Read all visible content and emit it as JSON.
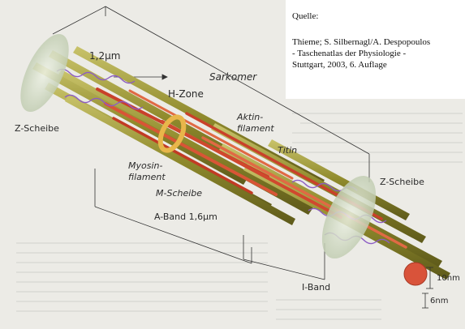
{
  "labels": {
    "sarkomer_width": "1,2µm",
    "h_zone": "H-Zone",
    "sarkomer": "Sarkomer",
    "z_scheibe_left": "Z-Scheibe",
    "aktin_line1": "Aktin-",
    "aktin_line2": "filament",
    "titin": "Titin",
    "myosin_line1": "Myosin-",
    "myosin_line2": "filament",
    "m_scheibe": "M-Scheibe",
    "z_scheibe_right": "Z-Scheibe",
    "a_band": "A-Band 1,6µm",
    "i_band": "I-Band",
    "dim_10nm": "10nm",
    "dim_6nm": "6nm"
  },
  "source": {
    "heading": "Quelle:",
    "line1": "Thieme; S. Silbernagl/A. Despopoulos",
    "line2": "- Taschenatlas der Physiologie -",
    "line3": "Stuttgart, 2003, 6. Auflage"
  },
  "colors": {
    "background": "#ecebe6",
    "myosin": "#8b8a2a",
    "actin": "#d4462c",
    "titin": "#8c5cc4",
    "z_disc": "#d6e0c8",
    "m_disc": "#e8b64a"
  }
}
